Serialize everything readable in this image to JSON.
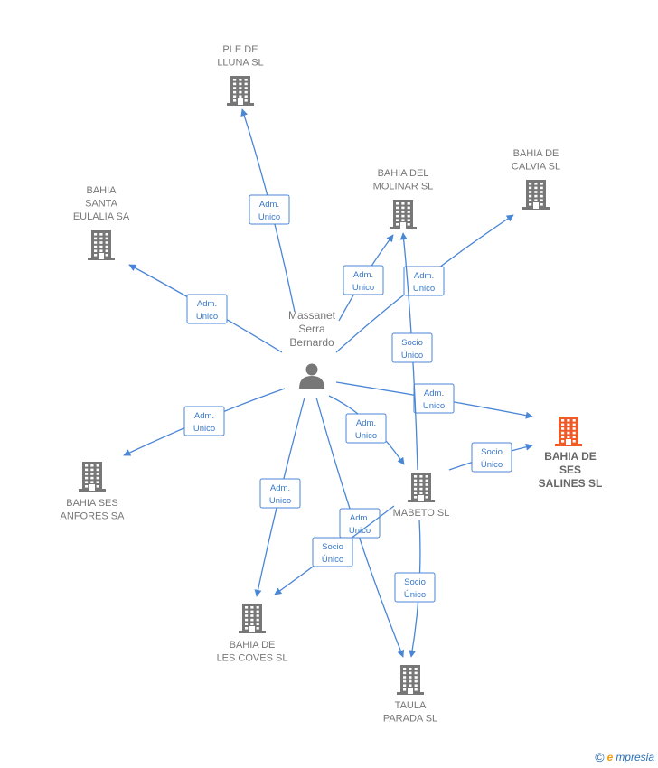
{
  "colors": {
    "edge": "#4a86d6",
    "building": "#777777",
    "building_main": "#f05a28",
    "person": "#777777"
  },
  "person": {
    "id": "p1",
    "lines": [
      "Massanet",
      "Serra",
      "Bernardo"
    ],
    "icon": "person-icon"
  },
  "companies": [
    {
      "id": "ple",
      "lines": [
        "PLE DE",
        "LLUNA SL"
      ],
      "main": false
    },
    {
      "id": "molinar",
      "lines": [
        "BAHIA DEL",
        "MOLINAR  SL"
      ],
      "main": false
    },
    {
      "id": "calvia",
      "lines": [
        "BAHIA DE",
        "CALVIA  SL"
      ],
      "main": false
    },
    {
      "id": "santa",
      "lines": [
        "BAHIA",
        "SANTA",
        "EULALIA SA"
      ],
      "main": false
    },
    {
      "id": "salines",
      "lines": [
        "BAHIA DE",
        "SES",
        "SALINES  SL"
      ],
      "main": true
    },
    {
      "id": "anfores",
      "lines": [
        "BAHIA SES",
        "ANFORES SA"
      ],
      "main": false
    },
    {
      "id": "mabeto",
      "lines": [
        "MABETO SL"
      ],
      "main": false
    },
    {
      "id": "coves",
      "lines": [
        "BAHIA DE",
        "LES COVES  SL"
      ],
      "main": false
    },
    {
      "id": "taula",
      "lines": [
        "TAULA",
        "PARADA SL"
      ],
      "main": false
    }
  ],
  "edges": [
    {
      "from": "p1",
      "to": "ple",
      "lines": [
        "Adm.",
        "Unico"
      ]
    },
    {
      "from": "p1",
      "to": "molinar",
      "lines": [
        "Adm.",
        "Unico"
      ]
    },
    {
      "from": "p1",
      "to": "calvia",
      "lines": [
        "Adm.",
        "Unico"
      ]
    },
    {
      "from": "p1",
      "to": "santa",
      "lines": [
        "Adm.",
        "Unico"
      ]
    },
    {
      "from": "p1",
      "to": "salines",
      "lines": [
        "Adm.",
        "Unico"
      ]
    },
    {
      "from": "p1",
      "to": "anfores",
      "lines": [
        "Adm.",
        "Unico"
      ]
    },
    {
      "from": "p1",
      "to": "mabeto",
      "lines": [
        "Adm.",
        "Unico"
      ]
    },
    {
      "from": "p1",
      "to": "coves",
      "lines": [
        "Adm.",
        "Unico"
      ]
    },
    {
      "from": "p1",
      "to": "taula",
      "lines": [
        "Adm.",
        "Unico"
      ]
    },
    {
      "from": "mabeto",
      "to": "molinar",
      "lines": [
        "Socio",
        "Único"
      ]
    },
    {
      "from": "mabeto",
      "to": "salines",
      "lines": [
        "Socio",
        "Único"
      ]
    },
    {
      "from": "mabeto",
      "to": "coves",
      "lines": [
        "Socio",
        "Único"
      ]
    },
    {
      "from": "mabeto",
      "to": "taula",
      "lines": [
        "Socio",
        "Único"
      ]
    }
  ],
  "brand": {
    "copyright": "©",
    "initial": "e",
    "rest": "mpresia"
  }
}
